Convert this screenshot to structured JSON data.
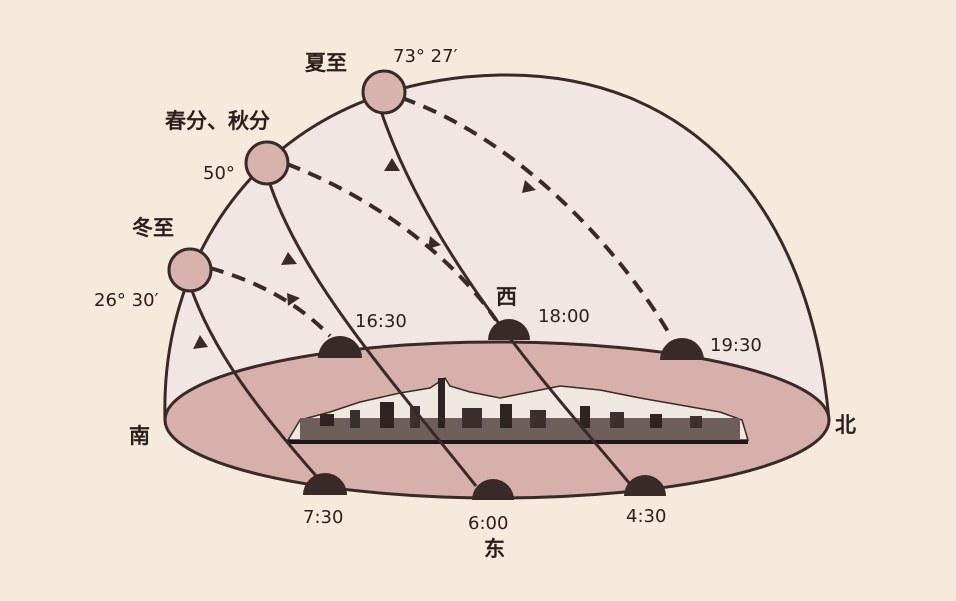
{
  "colors": {
    "background": "#f6eadc",
    "dome_fill": "#f1e6e3",
    "ground_fill": "#d7b0ab",
    "sun_fill": "#d7b3ae",
    "shadow_sun": "#3a2a27",
    "stroke": "#3a2a27"
  },
  "seasons": {
    "summer_solstice": {
      "name": "夏至",
      "altitude": "73° 27′"
    },
    "equinox": {
      "name": "春分、秋分",
      "altitude": "50°"
    },
    "winter_solstice": {
      "name": "冬至",
      "altitude": "26° 30′"
    }
  },
  "directions": {
    "south": "南",
    "north": "北",
    "east": "东",
    "west": "西"
  },
  "times": {
    "winter_rise": "7:30",
    "equinox_rise": "6:00",
    "summer_rise": "4:30",
    "winter_set": "16:30",
    "equinox_set": "18:00",
    "summer_set": "19:30"
  },
  "icons": {
    "sun": "circle",
    "sun_below_horizon": "dark-semicircle",
    "arrow": "triangle-arrowhead"
  }
}
